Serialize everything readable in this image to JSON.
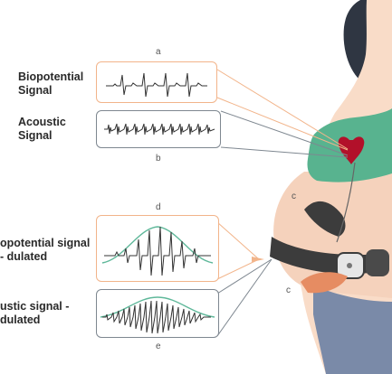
{
  "labels": {
    "bio_signal": "Biopotential Signal",
    "acoustic_signal": "Acoustic Signal",
    "bio_modulated": "opotential signal - dulated",
    "acoustic_modulated": "ustic signal - dulated"
  },
  "letters": {
    "a": "a",
    "b": "b",
    "c_top": "c",
    "c_bottom": "c",
    "d": "d",
    "e": "e"
  },
  "colors": {
    "orange_border": "#f2b48a",
    "gray_border": "#7e8790",
    "green_envelope": "#5fb89a",
    "waveform": "#333333",
    "skin": "#f9dcc8",
    "hair": "#2f3642",
    "bra": "#58b38f",
    "pants": "#7a8aa8",
    "heart": "#b2102a",
    "belt": "#3c3c3c"
  }
}
